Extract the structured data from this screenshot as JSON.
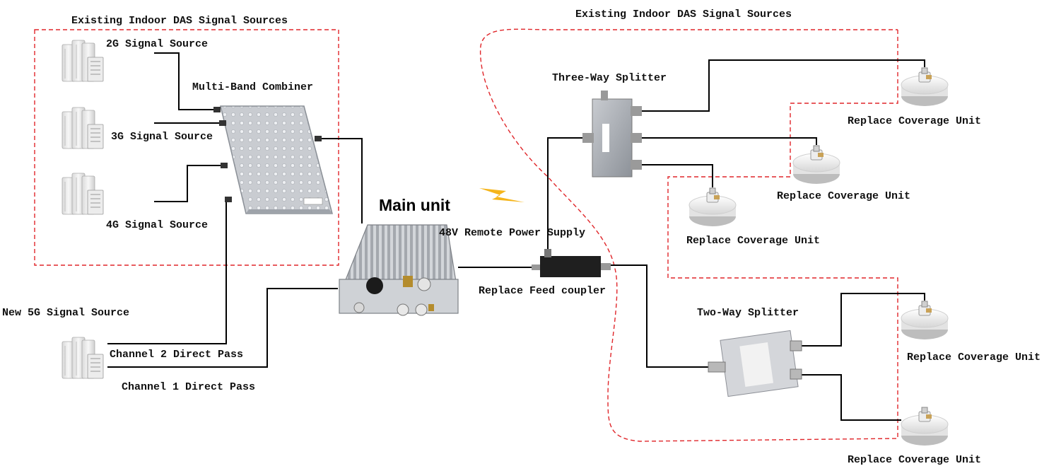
{
  "labels": {
    "left_region": "Existing Indoor DAS Signal Sources",
    "right_region": "Existing Indoor DAS Signal Sources",
    "source_2g": "2G Signal Source",
    "source_3g": "3G Signal Source",
    "source_4g": "4G Signal Source",
    "source_5g": "New 5G Signal Source",
    "combiner": "Multi-Band Combiner",
    "main_unit": "Main unit",
    "power": "48V Remote Power Supply",
    "coupler": "Replace Feed coupler",
    "channel2": "Channel 2 Direct Pass",
    "channel1": "Channel 1 Direct Pass",
    "three_way": "Three-Way Splitter",
    "two_way": "Two-Way Splitter",
    "coverage_1": "Replace Coverage Unit",
    "coverage_2": "Replace Coverage Unit",
    "coverage_3": "Replace Coverage Unit",
    "coverage_4": "Replace Coverage Unit",
    "coverage_5": "Replace Coverage Unit"
  },
  "icons": {
    "signal_source": "base-station-icon",
    "combiner": "multi-band-combiner-icon",
    "main_unit": "main-unit-icon",
    "coupler": "feed-coupler-icon",
    "three_way": "three-way-splitter-icon",
    "two_way": "two-way-splitter-icon",
    "coverage": "coverage-antenna-icon",
    "wireless": "wireless-bolt-icon"
  },
  "colors": {
    "boundary": "#e0262a",
    "cable": "#000000",
    "bolt": "#f5b51c"
  }
}
